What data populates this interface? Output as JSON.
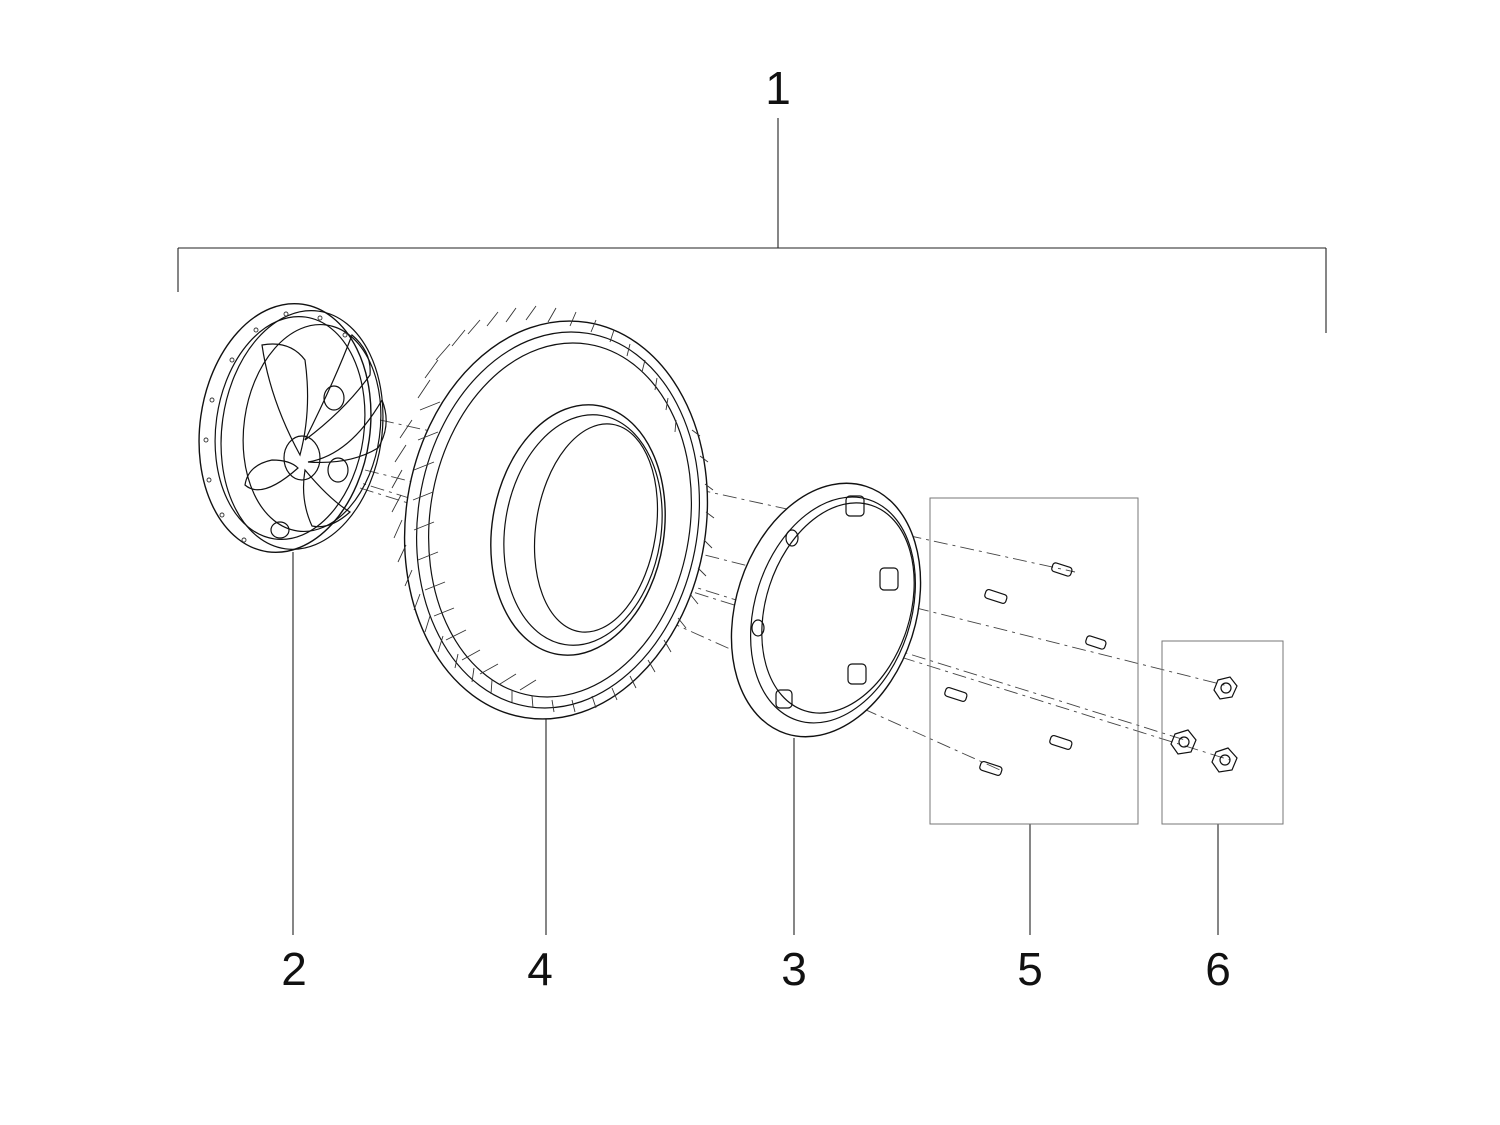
{
  "callouts": {
    "assembly": "1",
    "rim_left": "2",
    "rim_right": "3",
    "tire": "4",
    "bolts": "5",
    "nuts": "6"
  }
}
